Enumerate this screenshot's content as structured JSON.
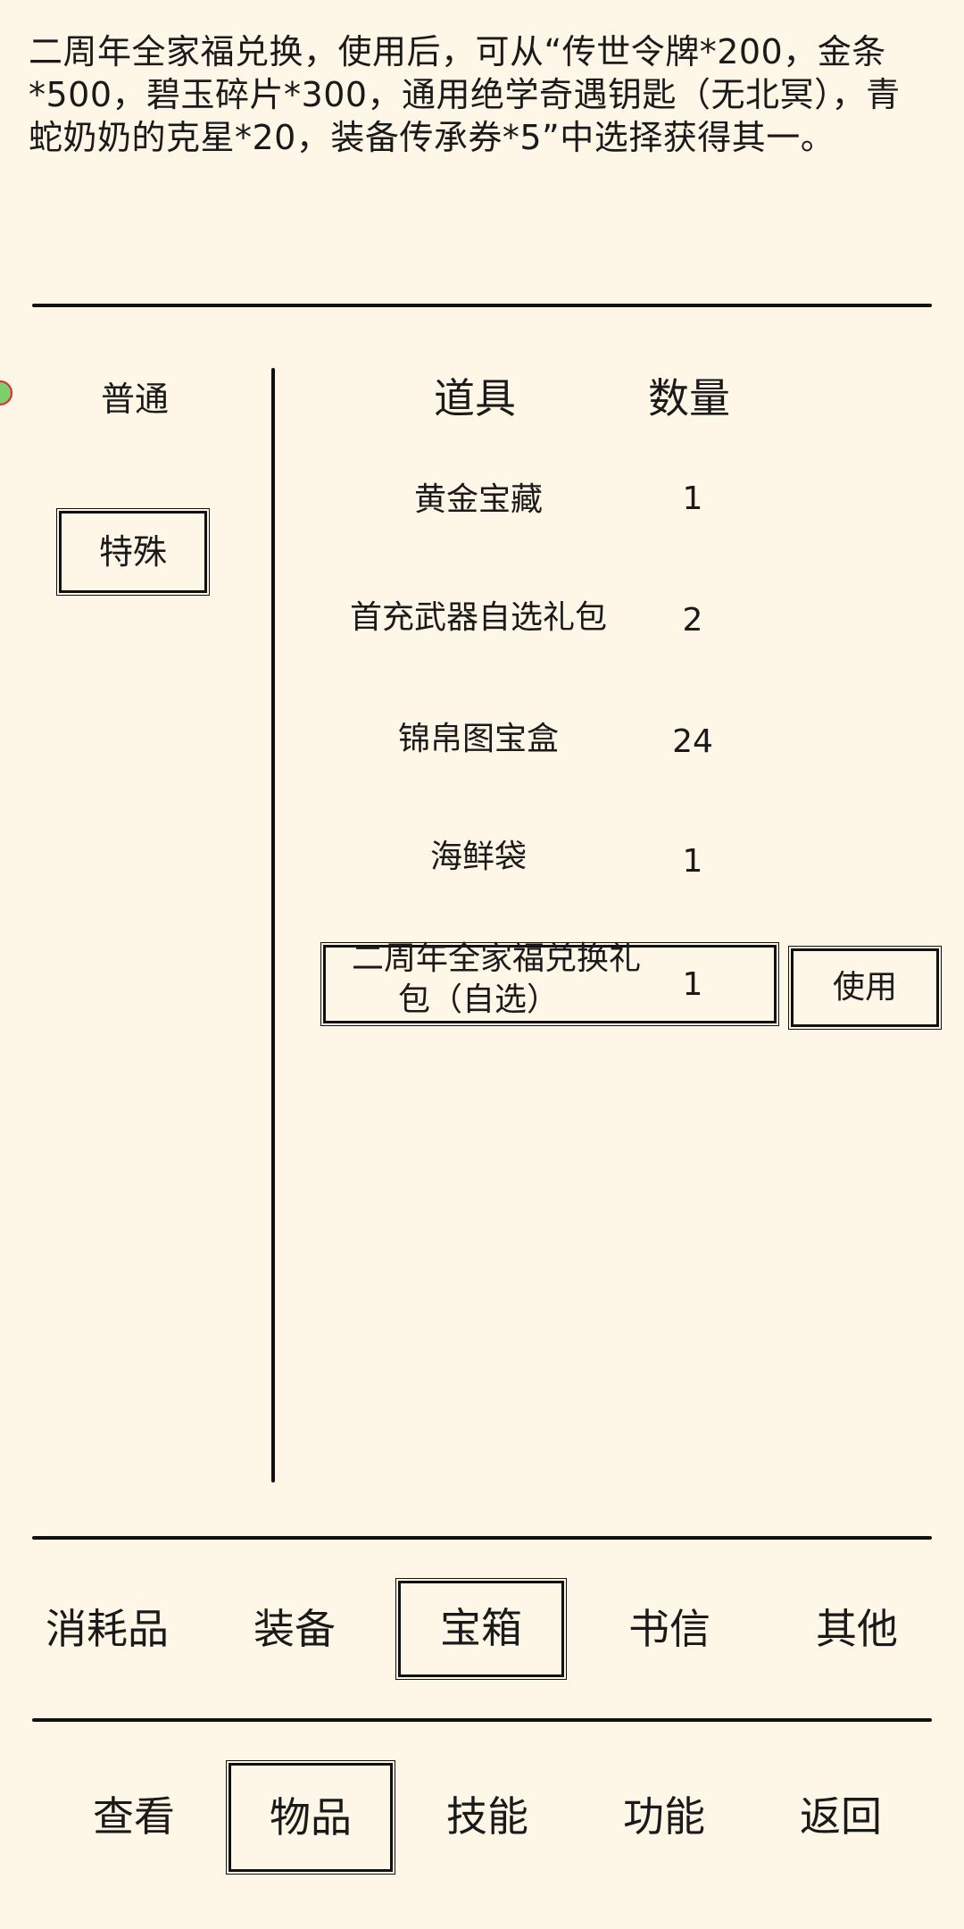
{
  "description": "二周年全家福兑换，使用后，可从“传世令牌*200，金条*500，碧玉碎片*300，通用绝学奇遇钥匙（无北冥），青蛇奶奶的克星*20，装备传承券*5”中选择获得其一。",
  "categories": [
    {
      "label": "普通",
      "selected": false
    },
    {
      "label": "特殊",
      "selected": true
    }
  ],
  "table": {
    "headers": {
      "item": "道具",
      "qty": "数量"
    },
    "rows": [
      {
        "name": "黄金宝藏",
        "qty": "1"
      },
      {
        "name": "首充武器自选礼包",
        "qty": "2"
      },
      {
        "name": "锦帛图宝盒",
        "qty": "24"
      },
      {
        "name": "海鲜袋",
        "qty": "1"
      },
      {
        "name_line1": "二周年全家福兑换礼",
        "name_line2": "包（自选）",
        "qty": "1",
        "selected": true
      }
    ],
    "use_label": "使用"
  },
  "subtabs": [
    {
      "label": "消耗品"
    },
    {
      "label": "装备"
    },
    {
      "label": "宝箱",
      "selected": true
    },
    {
      "label": "书信"
    },
    {
      "label": "其他"
    }
  ],
  "bottom_tabs": [
    {
      "label": "查看"
    },
    {
      "label": "物品",
      "selected": true
    },
    {
      "label": "技能"
    },
    {
      "label": "功能"
    },
    {
      "label": "返回"
    }
  ]
}
